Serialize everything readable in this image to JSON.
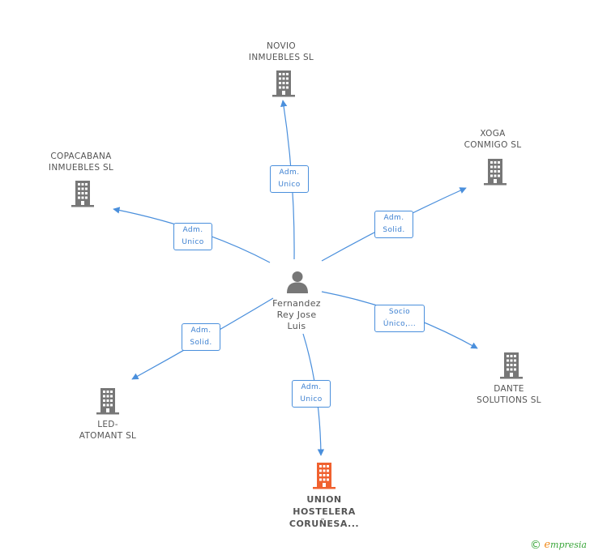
{
  "center": {
    "name_lines": [
      "Fernandez",
      "Rey Jose",
      "Luis"
    ],
    "icon": "person-icon"
  },
  "nodes": [
    {
      "id": "novio",
      "lines": [
        "NOVIO",
        "INMUEBLES  SL"
      ],
      "icon": "building-icon",
      "color": "#777777"
    },
    {
      "id": "xoga",
      "lines": [
        "XOGA",
        "CONMIGO SL"
      ],
      "icon": "building-icon",
      "color": "#777777"
    },
    {
      "id": "copacabana",
      "lines": [
        "COPACABANA",
        "INMUEBLES  SL"
      ],
      "icon": "building-icon",
      "color": "#777777"
    },
    {
      "id": "dante",
      "lines": [
        "DANTE",
        "SOLUTIONS SL"
      ],
      "icon": "building-icon",
      "color": "#777777"
    },
    {
      "id": "led",
      "lines": [
        "LED-",
        "ATOMANT  SL"
      ],
      "icon": "building-icon",
      "color": "#777777"
    },
    {
      "id": "union",
      "lines": [
        "UNION",
        "HOSTELERA",
        "CORUÑESA..."
      ],
      "icon": "building-icon",
      "color": "#f0612f"
    }
  ],
  "relations": [
    {
      "to": "novio",
      "lines": [
        "Adm.",
        "Unico"
      ]
    },
    {
      "to": "xoga",
      "lines": [
        "Adm.",
        "Solid."
      ]
    },
    {
      "to": "copacabana",
      "lines": [
        "Adm.",
        "Unico"
      ]
    },
    {
      "to": "dante",
      "lines": [
        "Socio",
        "Único,..."
      ]
    },
    {
      "to": "led",
      "lines": [
        "Adm.",
        "Solid."
      ]
    },
    {
      "to": "union",
      "lines": [
        "Adm.",
        "Unico"
      ]
    }
  ],
  "colors": {
    "link": "#4a8fdc",
    "building": "#777777",
    "highlight": "#f0612f",
    "person": "#777777"
  },
  "footer": {
    "copyright": "©",
    "brand_first": "e",
    "brand_rest": "mpresia"
  }
}
